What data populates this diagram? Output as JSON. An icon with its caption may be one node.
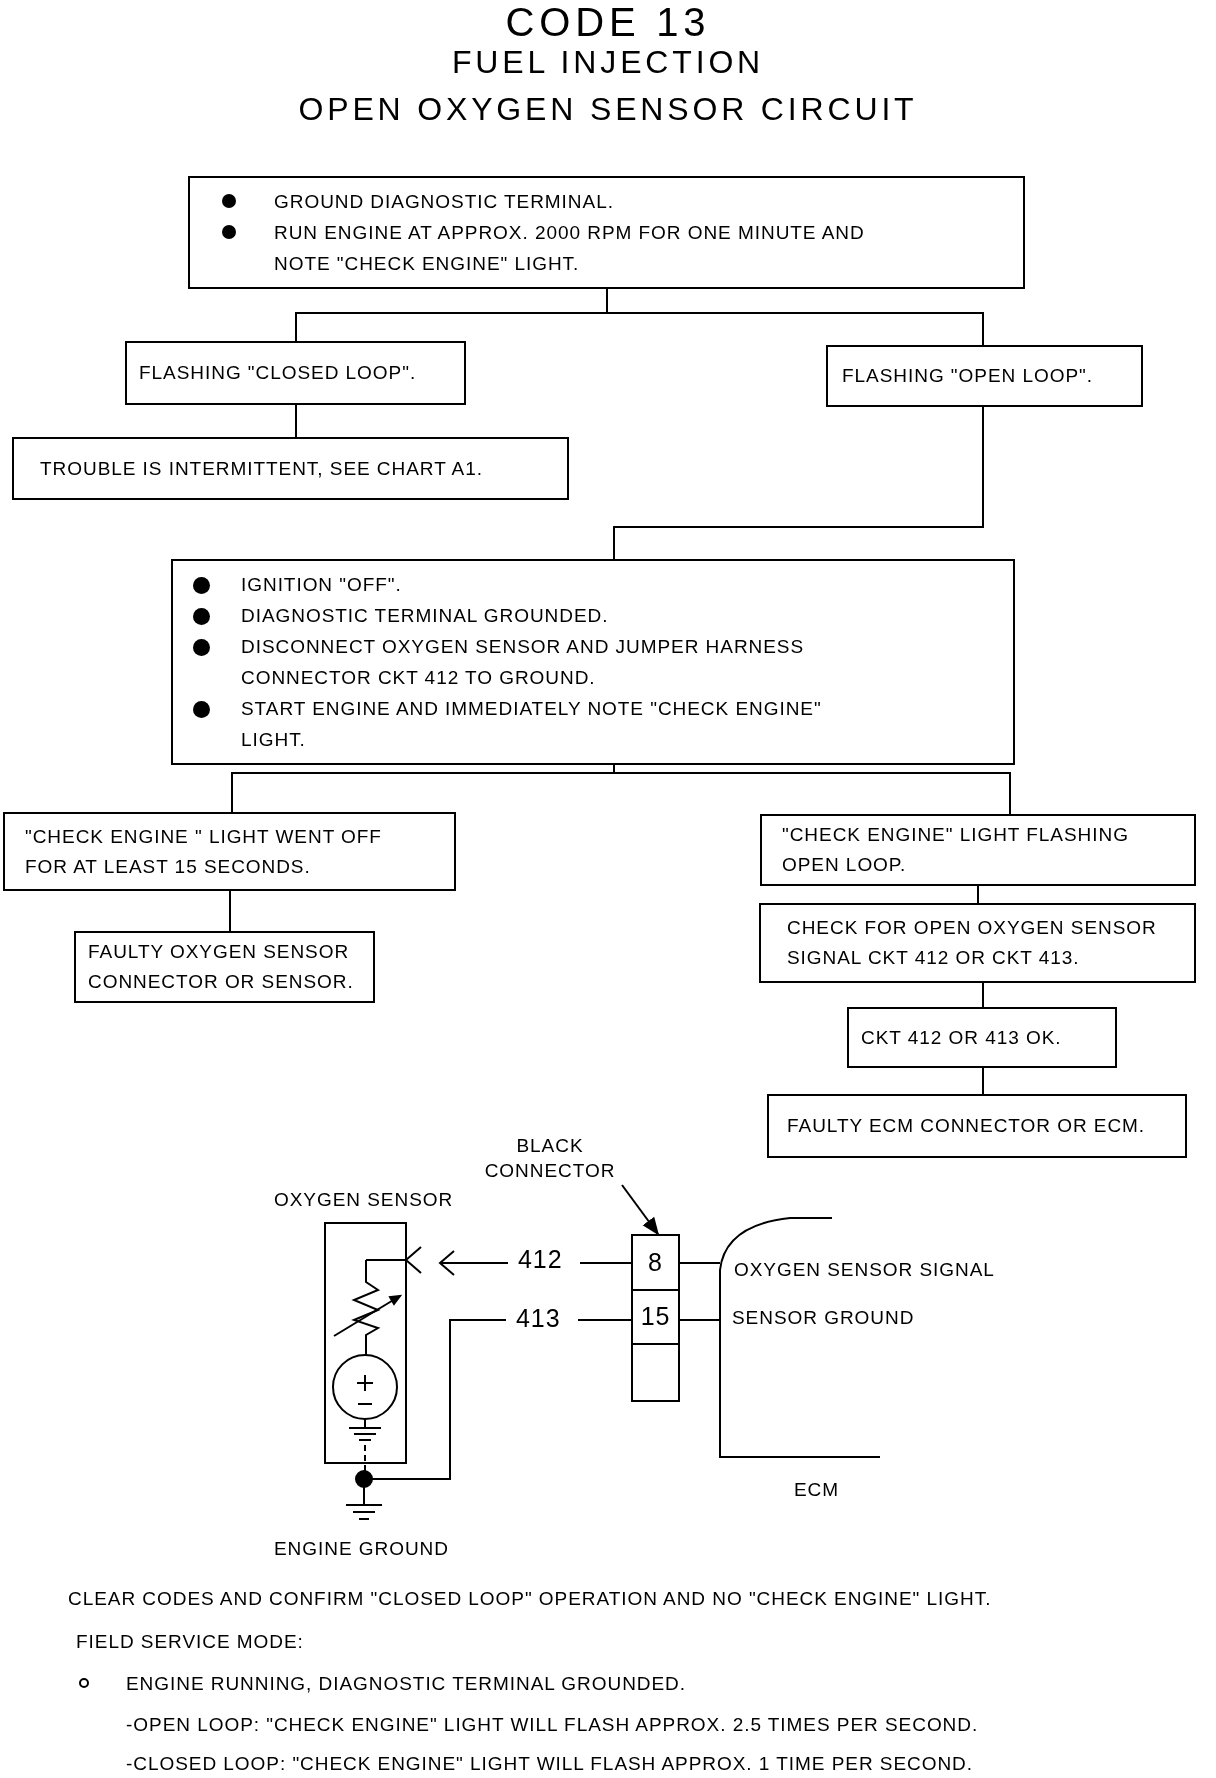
{
  "diagram": {
    "title": "CODE 13",
    "nodes": [
      {
        "text": [
          "GROUND DIAGNOSTIC TERMINAL.",
          "RUN ENGINE AT APPROX. 2000 RPM FOR ONE MINUTE AND NOTE \"CHECK ENGINE\" LIGHT."
        ]
      },
      {
        "text": [
          "FLASHING \"CLOSED LOOP\"."
        ]
      },
      {
        "text": [
          "FLASHING \"OPEN LOOP\"."
        ]
      },
      {
        "text": [
          "TROUBLE IS INTERMITTENT, SEE CHART A1."
        ]
      },
      {
        "text": [
          "IGNITION \"OFF\".",
          "DIAGNOSTIC TERMINAL GROUNDED.",
          "DISCONNECT OXYGEN SENSOR AND JUMPER HARNESS CONNECTOR CKT 412 TO GROUND.",
          "START ENGINE AND IMMEDIATELY NOTE \"CHECK ENGINE\" LIGHT."
        ]
      },
      {
        "text": [
          "\"CHECK ENGINE \" LIGHT WENT OFF FOR AT LEAST 15 SECONDS."
        ]
      },
      {
        "text": [
          "\"CHECK ENGINE\" LIGHT FLASHING OPEN LOOP."
        ]
      },
      {
        "text": [
          "FAULTY OXYGEN SENSOR CONNECTOR OR SENSOR."
        ]
      },
      {
        "text": [
          "CHECK FOR OPEN OXYGEN SENSOR SIGNAL CKT 412 OR CKT 413."
        ]
      },
      {
        "text": [
          "CKT 412 OR 413 OK."
        ]
      },
      {
        "text": [
          "FAULTY ECM CONNECTOR OR ECM."
        ]
      },
      {
        "text": [
          "BLACK CONNECTOR"
        ]
      },
      {
        "text": [
          "8",
          "15"
        ]
      }
    ],
    "edges": [
      {
        "from": 0,
        "to": 1,
        "arrow": "none"
      },
      {
        "from": 0,
        "to": 2,
        "arrow": "none"
      },
      {
        "from": 1,
        "to": 3,
        "arrow": "none"
      },
      {
        "from": 2,
        "to": 4,
        "arrow": "none"
      },
      {
        "from": 4,
        "to": 5,
        "arrow": "none"
      },
      {
        "from": 4,
        "to": 6,
        "arrow": "none"
      },
      {
        "from": 5,
        "to": 7,
        "arrow": "none"
      },
      {
        "from": 6,
        "to": 8,
        "arrow": "none"
      },
      {
        "from": 8,
        "to": 9,
        "arrow": "none"
      },
      {
        "from": 9,
        "to": 10,
        "arrow": "none"
      },
      {
        "from": 11,
        "to": 12,
        "arrow": "to"
      }
    ],
    "labels": [
      "FUEL INJECTION",
      "OPEN OXYGEN SENSOR CIRCUIT",
      "OXYGEN SENSOR",
      "412",
      "413",
      "OXYGEN SENSOR SIGNAL",
      "SENSOR GROUND",
      "ECM",
      "ENGINE GROUND",
      "CLEAR CODES AND CONFIRM \"CLOSED LOOP\" OPERATION AND NO \"CHECK ENGINE\" LIGHT.",
      "FIELD SERVICE MODE:",
      "ENGINE RUNNING, DIAGNOSTIC TERMINAL GROUNDED.",
      "-OPEN LOOP: \"CHECK ENGINE\" LIGHT WILL FLASH APPROX. 2.5 TIMES PER SECOND.",
      "-CLOSED LOOP: \"CHECK ENGINE\" LIGHT WILL FLASH APPROX. 1 TIME PER SECOND."
    ]
  }
}
